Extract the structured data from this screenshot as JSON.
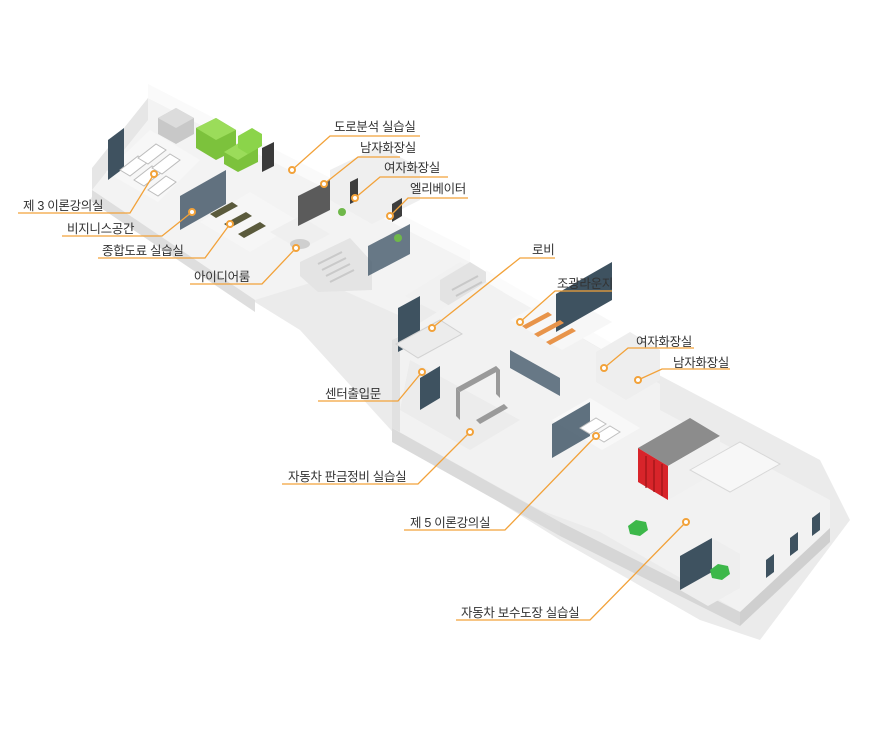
{
  "colors": {
    "accent": "#F2A23A",
    "text": "#333333",
    "wall": "#EDEDED",
    "floor": "#F3F3F3",
    "equipment_green": "#8BD44A",
    "booth_red": "#D8242A",
    "glass": "#3E5260",
    "roof_gray": "#8C8C8C",
    "plant_green": "#3DB84A"
  },
  "rooms": [
    {
      "id": "surface-analysis-lab",
      "label": "도로분석 실습실",
      "icon": "location-dot-icon"
    },
    {
      "id": "mens-restroom-upper",
      "label": "남자화장실",
      "icon": "location-dot-icon"
    },
    {
      "id": "womens-restroom-upper",
      "label": "여자화장실",
      "icon": "location-dot-icon"
    },
    {
      "id": "elevator",
      "label": "엘리베이터",
      "icon": "location-dot-icon"
    },
    {
      "id": "lecture-room-3",
      "label": "제 3 이론강의실",
      "icon": "location-dot-icon"
    },
    {
      "id": "business-space",
      "label": "비지니스공간",
      "icon": "location-dot-icon"
    },
    {
      "id": "painting-lab",
      "label": "종합도료 실습실",
      "icon": "location-dot-icon"
    },
    {
      "id": "idea-room",
      "label": "아이디어룸",
      "icon": "location-dot-icon"
    },
    {
      "id": "lobby",
      "label": "로비",
      "icon": "location-dot-icon"
    },
    {
      "id": "jogwang-lounge",
      "label": "조광라운지",
      "icon": "location-dot-icon"
    },
    {
      "id": "womens-restroom-lower",
      "label": "여자화장실",
      "icon": "location-dot-icon"
    },
    {
      "id": "mens-restroom-lower",
      "label": "남자화장실",
      "icon": "location-dot-icon"
    },
    {
      "id": "center-entrance",
      "label": "센터출입문",
      "icon": "location-dot-icon"
    },
    {
      "id": "bodywork-lab",
      "label": "자동차 판금정비 실습실",
      "icon": "location-dot-icon"
    },
    {
      "id": "lecture-room-5",
      "label": "제 5 이론강의실",
      "icon": "location-dot-icon"
    },
    {
      "id": "paint-repair-lab",
      "label": "자동차 보수도장 실습실",
      "icon": "location-dot-icon"
    }
  ]
}
